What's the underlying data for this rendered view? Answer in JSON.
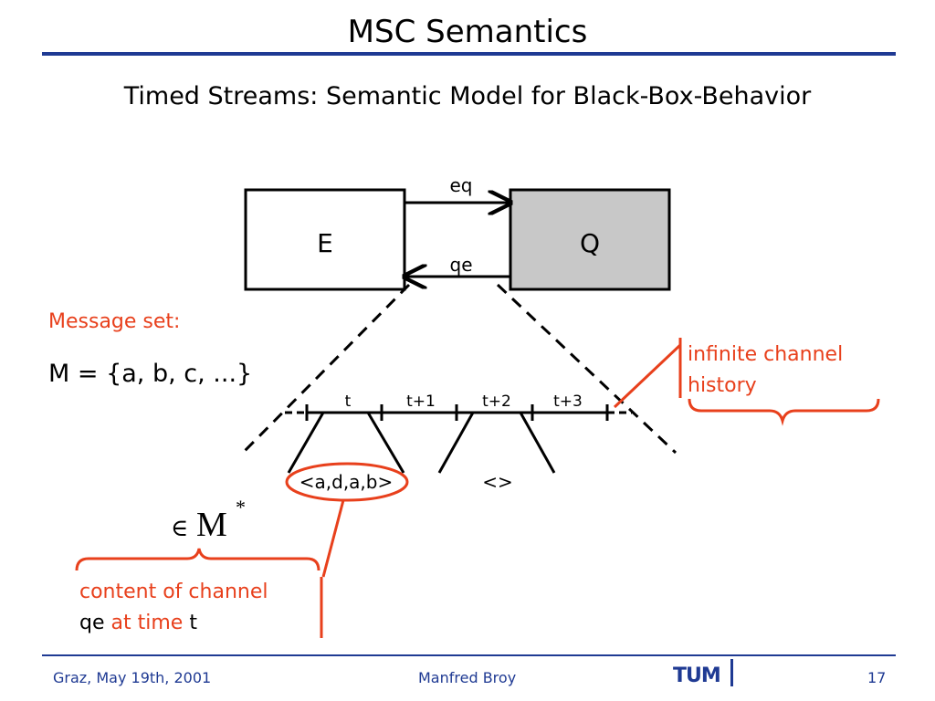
{
  "slide": {
    "title": "MSC Semantics",
    "subtitle": "Timed Streams: Semantic Model for Black-Box-Behavior"
  },
  "diagram": {
    "box_e_label": "E",
    "box_q_label": "Q",
    "channel_eq": "eq",
    "channel_qe": "qe",
    "time_labels": [
      "t",
      "t+1",
      "t+2",
      "t+3"
    ],
    "content_tuple": "<a,d,a,b>",
    "empty_content": "<>",
    "membership_symbol": "∈",
    "membership_set": "M",
    "membership_star": "*"
  },
  "messages": {
    "heading": "Message set:",
    "definition": "M = {a, b, c, ...}"
  },
  "annotations": {
    "history_line1": "infinite channel",
    "history_line2": "history",
    "content_line1": "content of channel",
    "content_qe": "qe",
    "content_at_time": "at time",
    "content_t": "t"
  },
  "footer": {
    "place_date": "Graz, May 19th, 2001",
    "author": "Manfred Broy",
    "logo": "TUM",
    "page": "17"
  },
  "colors": {
    "accent": "#e8401c",
    "rule": "#1f3a93",
    "box_q_fill": "#c8c8c8"
  }
}
